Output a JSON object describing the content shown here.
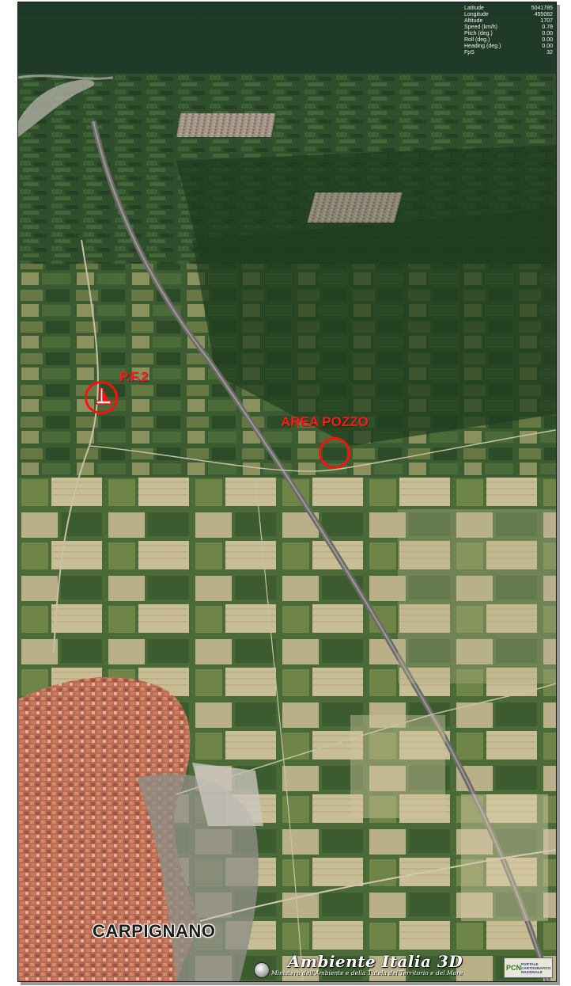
{
  "hud": {
    "rows": [
      {
        "label": "Latitude",
        "value": "5041785"
      },
      {
        "label": "Longitude",
        "value": "455082"
      },
      {
        "label": "Altitude",
        "value": "1707"
      },
      {
        "label": "Speed (km/h)",
        "value": "0.78"
      },
      {
        "label": "Pitch (deg.)",
        "value": "0.00"
      },
      {
        "label": "Roll (deg.)",
        "value": "0.00"
      },
      {
        "label": "Heading (deg.)",
        "value": "0.00"
      },
      {
        "label": "FpS",
        "value": "32"
      }
    ]
  },
  "labels": {
    "pf2": "P.F.2",
    "area_pozzo": "AREA POZZO",
    "town": "CARPIGNANO"
  },
  "branding": {
    "title": "Ambiente Italia 3D",
    "subtitle": "Ministero dell'Ambiente e della Tutela del Territorio e del Mare",
    "pcn_mark": "PCN",
    "pcn_text_1": "PORTALE",
    "pcn_text_2": "CARTOGRAFICO",
    "pcn_text_3": "NAZIONALE"
  },
  "colors": {
    "marker": "#ff1010",
    "label_red": "#ff1a1a"
  }
}
